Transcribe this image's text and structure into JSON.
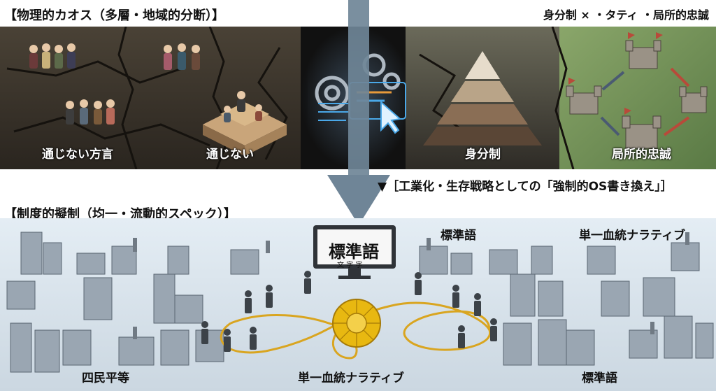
{
  "top": {
    "title_left": "【物理的カオス（多層・地域的分断）】",
    "title_right": "身分制 × ・タティ ・局所的忠誠",
    "labels": {
      "dialect": "通じない方言",
      "not_understood": "通じない",
      "caste": "身分制",
      "local_loyalty": "局所的忠誠"
    }
  },
  "transition": {
    "caption": "▼［工業化・生存戦略としての「強制的OS書き換え」］"
  },
  "bottom": {
    "title": "【制度的擬制（均一・流動的スペック）】",
    "monitor_title": "標準語",
    "monitor_sub": "文 字 字",
    "labels": {
      "standard_top": "標準語",
      "lineage_top": "単一血統ナラティブ",
      "four_classes": "四民平等",
      "lineage_bottom": "単一血統ナラティブ",
      "standard_bottom": "標準語"
    }
  },
  "colors": {
    "arrow": "#6f8597",
    "emblem": "#e8b811",
    "path": "#d9a520",
    "dark_panel": "#2c2822",
    "castle_green": "#7c9a5c"
  }
}
